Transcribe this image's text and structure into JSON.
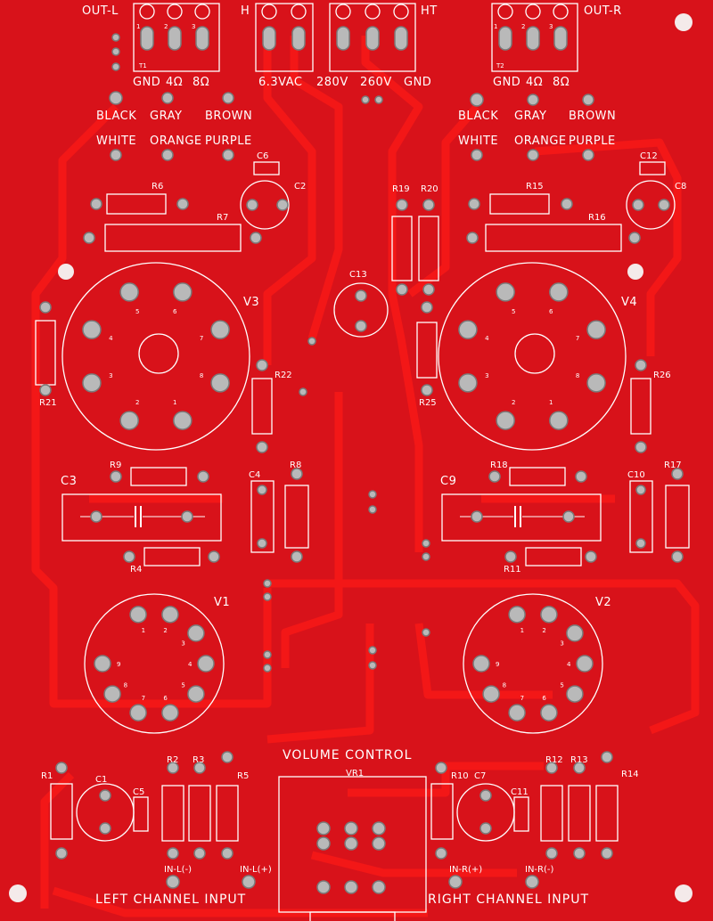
{
  "connectors": {
    "out_l": "OUT-L",
    "h": "H",
    "ht": "HT",
    "out_r": "OUT-R",
    "t1": "T1",
    "t2": "T2",
    "slot_nums": [
      "1",
      "2",
      "3"
    ],
    "t1_pins": [
      "GND",
      "4Ω",
      "8Ω"
    ],
    "power_pins": [
      "6.3VAC",
      "280V",
      "260V",
      "GND"
    ],
    "t2_pins": [
      "GND",
      "4Ω",
      "8Ω"
    ]
  },
  "wires": {
    "row1": [
      "BLACK",
      "GRAY",
      "BROWN"
    ],
    "row2": [
      "WHITE",
      "ORANGE",
      "PURPLE"
    ]
  },
  "components": {
    "C6": "C6",
    "C2": "C2",
    "R6": "R6",
    "R7": "R7",
    "R19": "R19",
    "R20": "R20",
    "R15": "R15",
    "R16": "R16",
    "C12": "C12",
    "C8": "C8",
    "C13": "C13",
    "V3": "V3",
    "V4": "V4",
    "R22": "R22",
    "R21": "R21",
    "R25": "R25",
    "R26": "R26",
    "C3": "C3",
    "R9": "R9",
    "C4": "C4",
    "R8": "R8",
    "C9": "C9",
    "R18": "R18",
    "C10": "C10",
    "R17": "R17",
    "R4": "R4",
    "R11": "R11",
    "V1": "V1",
    "V2": "V2",
    "VR1": "VR1",
    "R1": "R1",
    "C1": "C1",
    "C5": "C5",
    "R2": "R2",
    "R3": "R3",
    "R5": "R5",
    "R10": "R10",
    "C7": "C7",
    "C11": "C11",
    "R12": "R12",
    "R13": "R13",
    "R14": "R14"
  },
  "octal_pins": [
    "1",
    "2",
    "3",
    "4",
    "5",
    "6",
    "7",
    "8"
  ],
  "noval_pins": [
    "1",
    "2",
    "3",
    "4",
    "5",
    "6",
    "7",
    "8",
    "9"
  ],
  "inputs": {
    "volume_control": "VOLUME CONTROL",
    "in_l_minus": "IN-L(-)",
    "in_l_plus": "IN-L(+)",
    "in_r_plus": "IN-R(+)",
    "in_r_minus": "IN-R(-)",
    "left_channel": "LEFT CHANNEL INPUT",
    "right_channel": "RIGHT CHANNEL INPUT"
  },
  "colors": {
    "board": "#d8121a",
    "trace": "#f31717",
    "silkscreen": "#ffffff",
    "pad": "#b9b9b9"
  }
}
